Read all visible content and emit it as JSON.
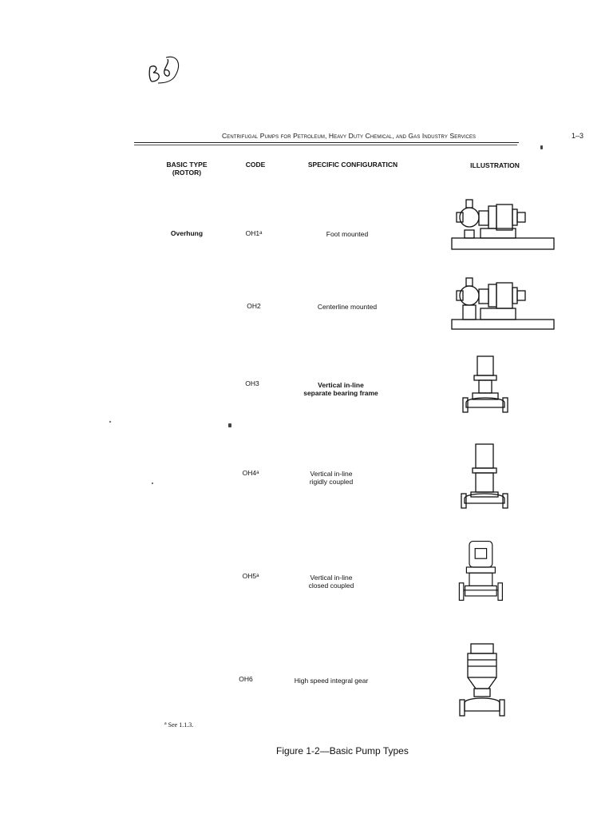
{
  "header": {
    "running_title": "Centrifugal Pumps for Petroleum, Heavy Duty Chemical, and Gas Industry Services",
    "page_number": "1–3"
  },
  "columns": {
    "basic_type": "BASIC TYPE\n(ROTOR)",
    "code": "CODE",
    "specific_configuration": "SPECIFIC CONFIGURATICN",
    "illustration": "ILLUSTRATION"
  },
  "group_label": "Overhung",
  "rows": [
    {
      "code": "OH1",
      "footnote_mark": "a",
      "configuration": "Foot mounted",
      "illustration_icon": "foot-mounted-pump-icon"
    },
    {
      "code": "OH2",
      "footnote_mark": "",
      "configuration": "Centerline mounted",
      "illustration_icon": "centerline-mounted-pump-icon"
    },
    {
      "code": "OH3",
      "footnote_mark": "",
      "configuration": "Vertical in-line\nseparate bearing frame",
      "illustration_icon": "vertical-inline-bearing-frame-pump-icon"
    },
    {
      "code": "OH4",
      "footnote_mark": "a",
      "configuration": "Vertical in-line\nrigidly coupled",
      "illustration_icon": "vertical-inline-rigid-pump-icon"
    },
    {
      "code": "OH5",
      "footnote_mark": "a",
      "configuration": "Vertical in-line\nclosed coupled",
      "illustration_icon": "vertical-inline-closed-coupled-pump-icon"
    },
    {
      "code": "OH6",
      "footnote_mark": "",
      "configuration": "High speed integral gear",
      "illustration_icon": "high-speed-integral-gear-pump-icon"
    }
  ],
  "footnote": {
    "mark": "a",
    "text": "See 1.1.3."
  },
  "caption": "Figure 1-2—Basic Pump Types"
}
